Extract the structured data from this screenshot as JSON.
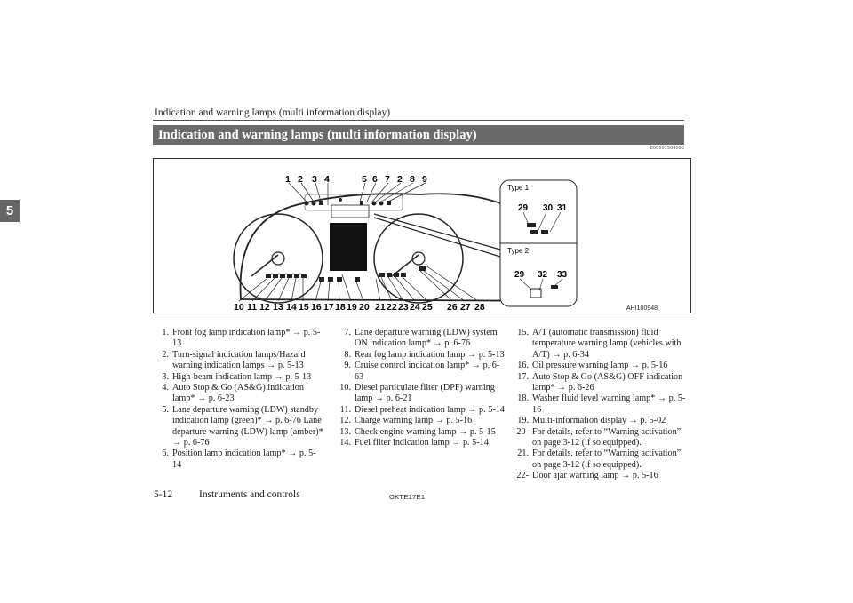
{
  "running_head": "Indication and warning lamps (multi information display)",
  "section_title": "Indication and warning lamps (multi information display)",
  "section_code": "E00501504093",
  "chapter_tab": "5",
  "figure": {
    "code": "AHI100948",
    "type1_label": "Type 1",
    "type2_label": "Type 2",
    "type1_numbers": [
      "29",
      "30",
      "31"
    ],
    "type2_numbers": [
      "29",
      "32",
      "33"
    ],
    "top_numbers": [
      "1",
      "2",
      "3",
      "4",
      "5",
      "6",
      "7",
      "2",
      "8",
      "9"
    ],
    "bottom_numbers": [
      "10",
      "11",
      "12",
      "13",
      "14",
      "15",
      "16",
      "17",
      "18",
      "19",
      "20",
      "21",
      "22",
      "23",
      "24",
      "25",
      "26",
      "27",
      "28"
    ]
  },
  "items_col1": [
    {
      "num": "1.",
      "text": "Front fog lamp indication lamp* → p. 5-13"
    },
    {
      "num": "2.",
      "text": "Turn-signal indication lamps/Hazard warning indication lamps → p. 5-13"
    },
    {
      "num": "3.",
      "text": "High-beam indication lamp → p. 5-13"
    },
    {
      "num": "4.",
      "text": "Auto Stop & Go (AS&G) indication lamp* → p. 6-23"
    },
    {
      "num": "5.",
      "text": "Lane departure warning (LDW) standby indication lamp (green)* → p. 6-76 Lane departure warning (LDW) lamp (amber)* → p. 6-76"
    },
    {
      "num": "6.",
      "text": "Position lamp indication lamp* → p. 5-14"
    }
  ],
  "items_col2": [
    {
      "num": "7.",
      "text": "Lane departure warning (LDW) system ON indication lamp* → p. 6-76"
    },
    {
      "num": "8.",
      "text": "Rear fog lamp indication lamp → p. 5-13"
    },
    {
      "num": "9.",
      "text": "Cruise control indication lamp* → p. 6-63"
    },
    {
      "num": "10.",
      "text": "Diesel particulate filter (DPF) warning lamp → p. 6-21"
    },
    {
      "num": "11.",
      "text": "Diesel preheat indication lamp → p. 5-14"
    },
    {
      "num": "12.",
      "text": "Charge warning lamp → p. 5-16"
    },
    {
      "num": "13.",
      "text": "Check engine warning lamp → p. 5-15"
    },
    {
      "num": "14.",
      "text": "Fuel filter indication lamp → p. 5-14"
    }
  ],
  "items_col3": [
    {
      "num": "15.",
      "text": "A/T (automatic transmission) fluid temperature warning lamp (vehicles with A/T) → p. 6-34"
    },
    {
      "num": "16.",
      "text": "Oil pressure warning lamp → p. 5-16"
    },
    {
      "num": "17.",
      "text": "Auto Stop & Go (AS&G) OFF indication lamp* → p. 6-26"
    },
    {
      "num": "18.",
      "text": "Washer fluid level warning lamp* → p. 5-16"
    },
    {
      "num": "19.",
      "text": "Multi-information display → p. 5-02"
    },
    {
      "num": "20-",
      "text": "For details, refer to “Warning activation” on page 3-12 (if so equipped)."
    },
    {
      "num": "21.",
      "text": "For details, refer to “Warning activation” on page 3-12 (if so equipped)."
    },
    {
      "num": "22-",
      "text": "Door ajar warning lamp → p. 5-16"
    }
  ],
  "footer": {
    "page": "5-12",
    "section": "Instruments and controls",
    "code": "OKTE17E1"
  }
}
